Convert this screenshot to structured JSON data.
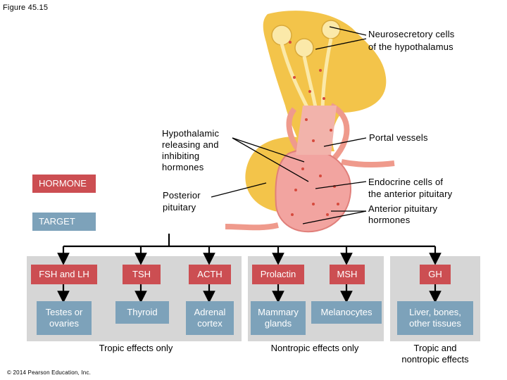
{
  "figure_label": "Figure 45.15",
  "copyright": "© 2014 Pearson Education, Inc.",
  "labels": {
    "neurosecretory_1": "Neurosecretory cells",
    "neurosecretory_2": "of the hypothalamus",
    "hypothalamic_1": "Hypothalamic",
    "hypothalamic_2": "releasing and",
    "hypothalamic_3": "inhibiting",
    "hypothalamic_4": "hormones",
    "portal_vessels": "Portal vessels",
    "endocrine_1": "Endocrine cells of",
    "endocrine_2": "the anterior pituitary",
    "posterior_1": "Posterior",
    "posterior_2": "pituitary",
    "anterior_1": "Anterior pituitary",
    "anterior_2": "hormones"
  },
  "legend": {
    "hormone": "HORMONE",
    "target": "TARGET"
  },
  "hormones": [
    "FSH and LH",
    "TSH",
    "ACTH",
    "Prolactin",
    "MSH",
    "GH"
  ],
  "targets": [
    {
      "line1": "Testes or",
      "line2": "ovaries"
    },
    {
      "line1": "Thyroid",
      "line2": ""
    },
    {
      "line1": "Adrenal",
      "line2": "cortex"
    },
    {
      "line1": "Mammary",
      "line2": "glands"
    },
    {
      "line1": "Melanocytes",
      "line2": ""
    },
    {
      "line1": "Liver, bones,",
      "line2": "other tissues"
    }
  ],
  "effects": {
    "tropic": "Tropic effects only",
    "nontropic": "Nontropic effects only",
    "both_1": "Tropic and",
    "both_2": "nontropic effects"
  },
  "colors": {
    "hormone": "#cc4e52",
    "target": "#7da2ba",
    "panel": "#d6d6d6",
    "brain_tissue": "#f3c44a",
    "vessel": "#ef9a8c"
  }
}
